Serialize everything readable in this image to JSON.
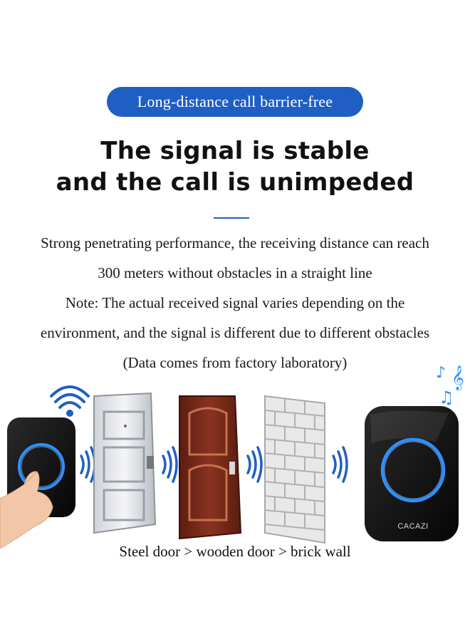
{
  "badge": {
    "label": "Long-distance call barrier-free"
  },
  "headline": {
    "line1": "The signal is stable",
    "line2": "and the call is unimpeded"
  },
  "description": {
    "line1": "Strong penetrating performance, the receiving distance can reach",
    "line2": "300 meters without obstacles in a straight line",
    "line3": "Note: The actual received signal varies depending on the",
    "line4": "environment, and the signal is different due to different obstacles",
    "line5": "(Data comes from factory laboratory)"
  },
  "illustration": {
    "transmitter": "doorbell-button-icon",
    "obstacles": [
      "steel-door-icon",
      "wooden-door-icon",
      "brick-wall-icon"
    ],
    "receiver": "doorbell-receiver-icon",
    "receiver_brand": "CACAZI",
    "accent_color": "#1f5fc4"
  },
  "caption": {
    "text": "Steel door > wooden door > brick wall"
  }
}
